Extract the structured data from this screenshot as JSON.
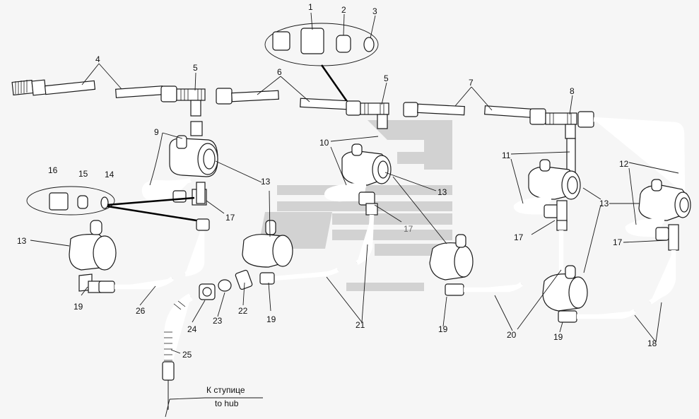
{
  "diagram": {
    "callouts": [
      {
        "id": "c1",
        "text": "1"
      },
      {
        "id": "c2",
        "text": "2"
      },
      {
        "id": "c3",
        "text": "3"
      },
      {
        "id": "c4",
        "text": "4"
      },
      {
        "id": "c5a",
        "text": "5"
      },
      {
        "id": "c5b",
        "text": "5"
      },
      {
        "id": "c6",
        "text": "6"
      },
      {
        "id": "c7",
        "text": "7"
      },
      {
        "id": "c8",
        "text": "8"
      },
      {
        "id": "c9",
        "text": "9"
      },
      {
        "id": "c10",
        "text": "10"
      },
      {
        "id": "c11",
        "text": "11"
      },
      {
        "id": "c12",
        "text": "12"
      },
      {
        "id": "c13a",
        "text": "13"
      },
      {
        "id": "c13b",
        "text": "13"
      },
      {
        "id": "c13c",
        "text": "13"
      },
      {
        "id": "c13d",
        "text": "13"
      },
      {
        "id": "c13e",
        "text": "13"
      },
      {
        "id": "c14",
        "text": "14"
      },
      {
        "id": "c15",
        "text": "15"
      },
      {
        "id": "c16",
        "text": "16"
      },
      {
        "id": "c17a",
        "text": "17"
      },
      {
        "id": "c17b",
        "text": "17"
      },
      {
        "id": "c17c",
        "text": "17"
      },
      {
        "id": "c17d",
        "text": "17"
      },
      {
        "id": "c18",
        "text": "18"
      },
      {
        "id": "c19a",
        "text": "19"
      },
      {
        "id": "c19b",
        "text": "19"
      },
      {
        "id": "c19c",
        "text": "19"
      },
      {
        "id": "c19d",
        "text": "19"
      },
      {
        "id": "c20",
        "text": "20"
      },
      {
        "id": "c21",
        "text": "21"
      },
      {
        "id": "c22",
        "text": "22"
      },
      {
        "id": "c23",
        "text": "23"
      },
      {
        "id": "c24",
        "text": "24"
      },
      {
        "id": "c25",
        "text": "25"
      },
      {
        "id": "c26",
        "text": "26"
      }
    ],
    "note_ru": "К ступице",
    "note_en": "to hub",
    "watermark_color": "#d2d2d2",
    "line_color": "#1a1a1a"
  }
}
